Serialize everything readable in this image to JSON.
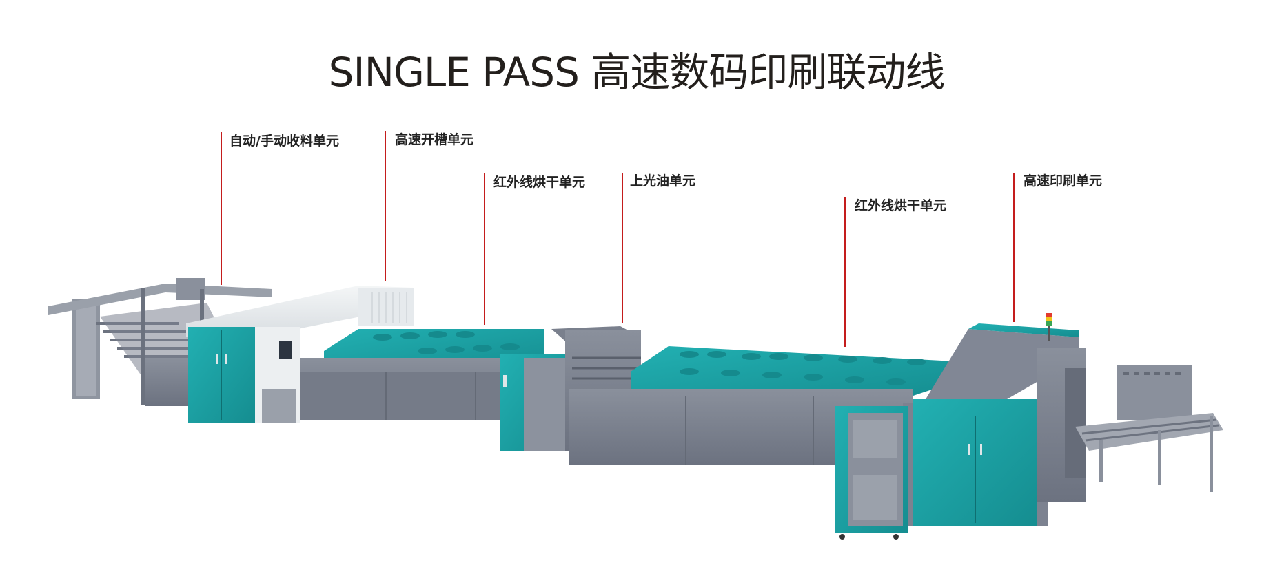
{
  "title": "SINGLE PASS 高速数码印刷联动线",
  "units": [
    {
      "id": "stacker",
      "label": "自动/手动收料单元"
    },
    {
      "id": "slotter",
      "label": "高速开槽单元"
    },
    {
      "id": "ir-dryer-1",
      "label": "红外线烘干单元"
    },
    {
      "id": "coater",
      "label": "上光油单元"
    },
    {
      "id": "ir-dryer-2",
      "label": "红外线烘干单元"
    },
    {
      "id": "printer",
      "label": "高速印刷单元"
    }
  ],
  "colors": {
    "teal": "#1a9ea0",
    "teal_dark": "#12797b",
    "gray": "#7f8593",
    "gray_dark": "#5f6572",
    "gray_light": "#a9aeb8",
    "white_panel": "#eef1f3",
    "leader": "#c41d1d"
  }
}
